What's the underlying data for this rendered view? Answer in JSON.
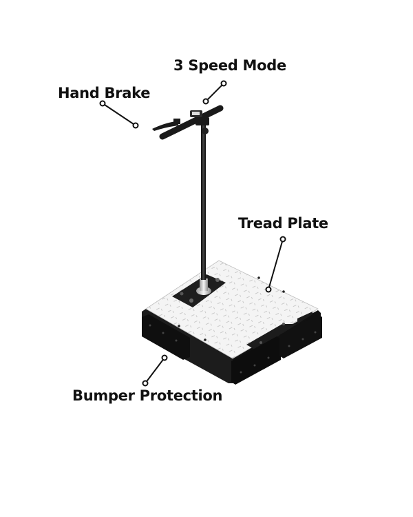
{
  "diagram": {
    "subject": "standing platform scooter with handlebar",
    "labels": {
      "speed_mode": "3 Speed Mode",
      "hand_brake": "Hand Brake",
      "tread_plate": "Tread Plate",
      "bumper_protection": "Bumper Protection"
    },
    "colors": {
      "text": "#111111",
      "leader_line": "#111111",
      "frame": "#1a1a1a",
      "tread_plate": "#f2f2f2",
      "background": "#ffffff"
    }
  }
}
